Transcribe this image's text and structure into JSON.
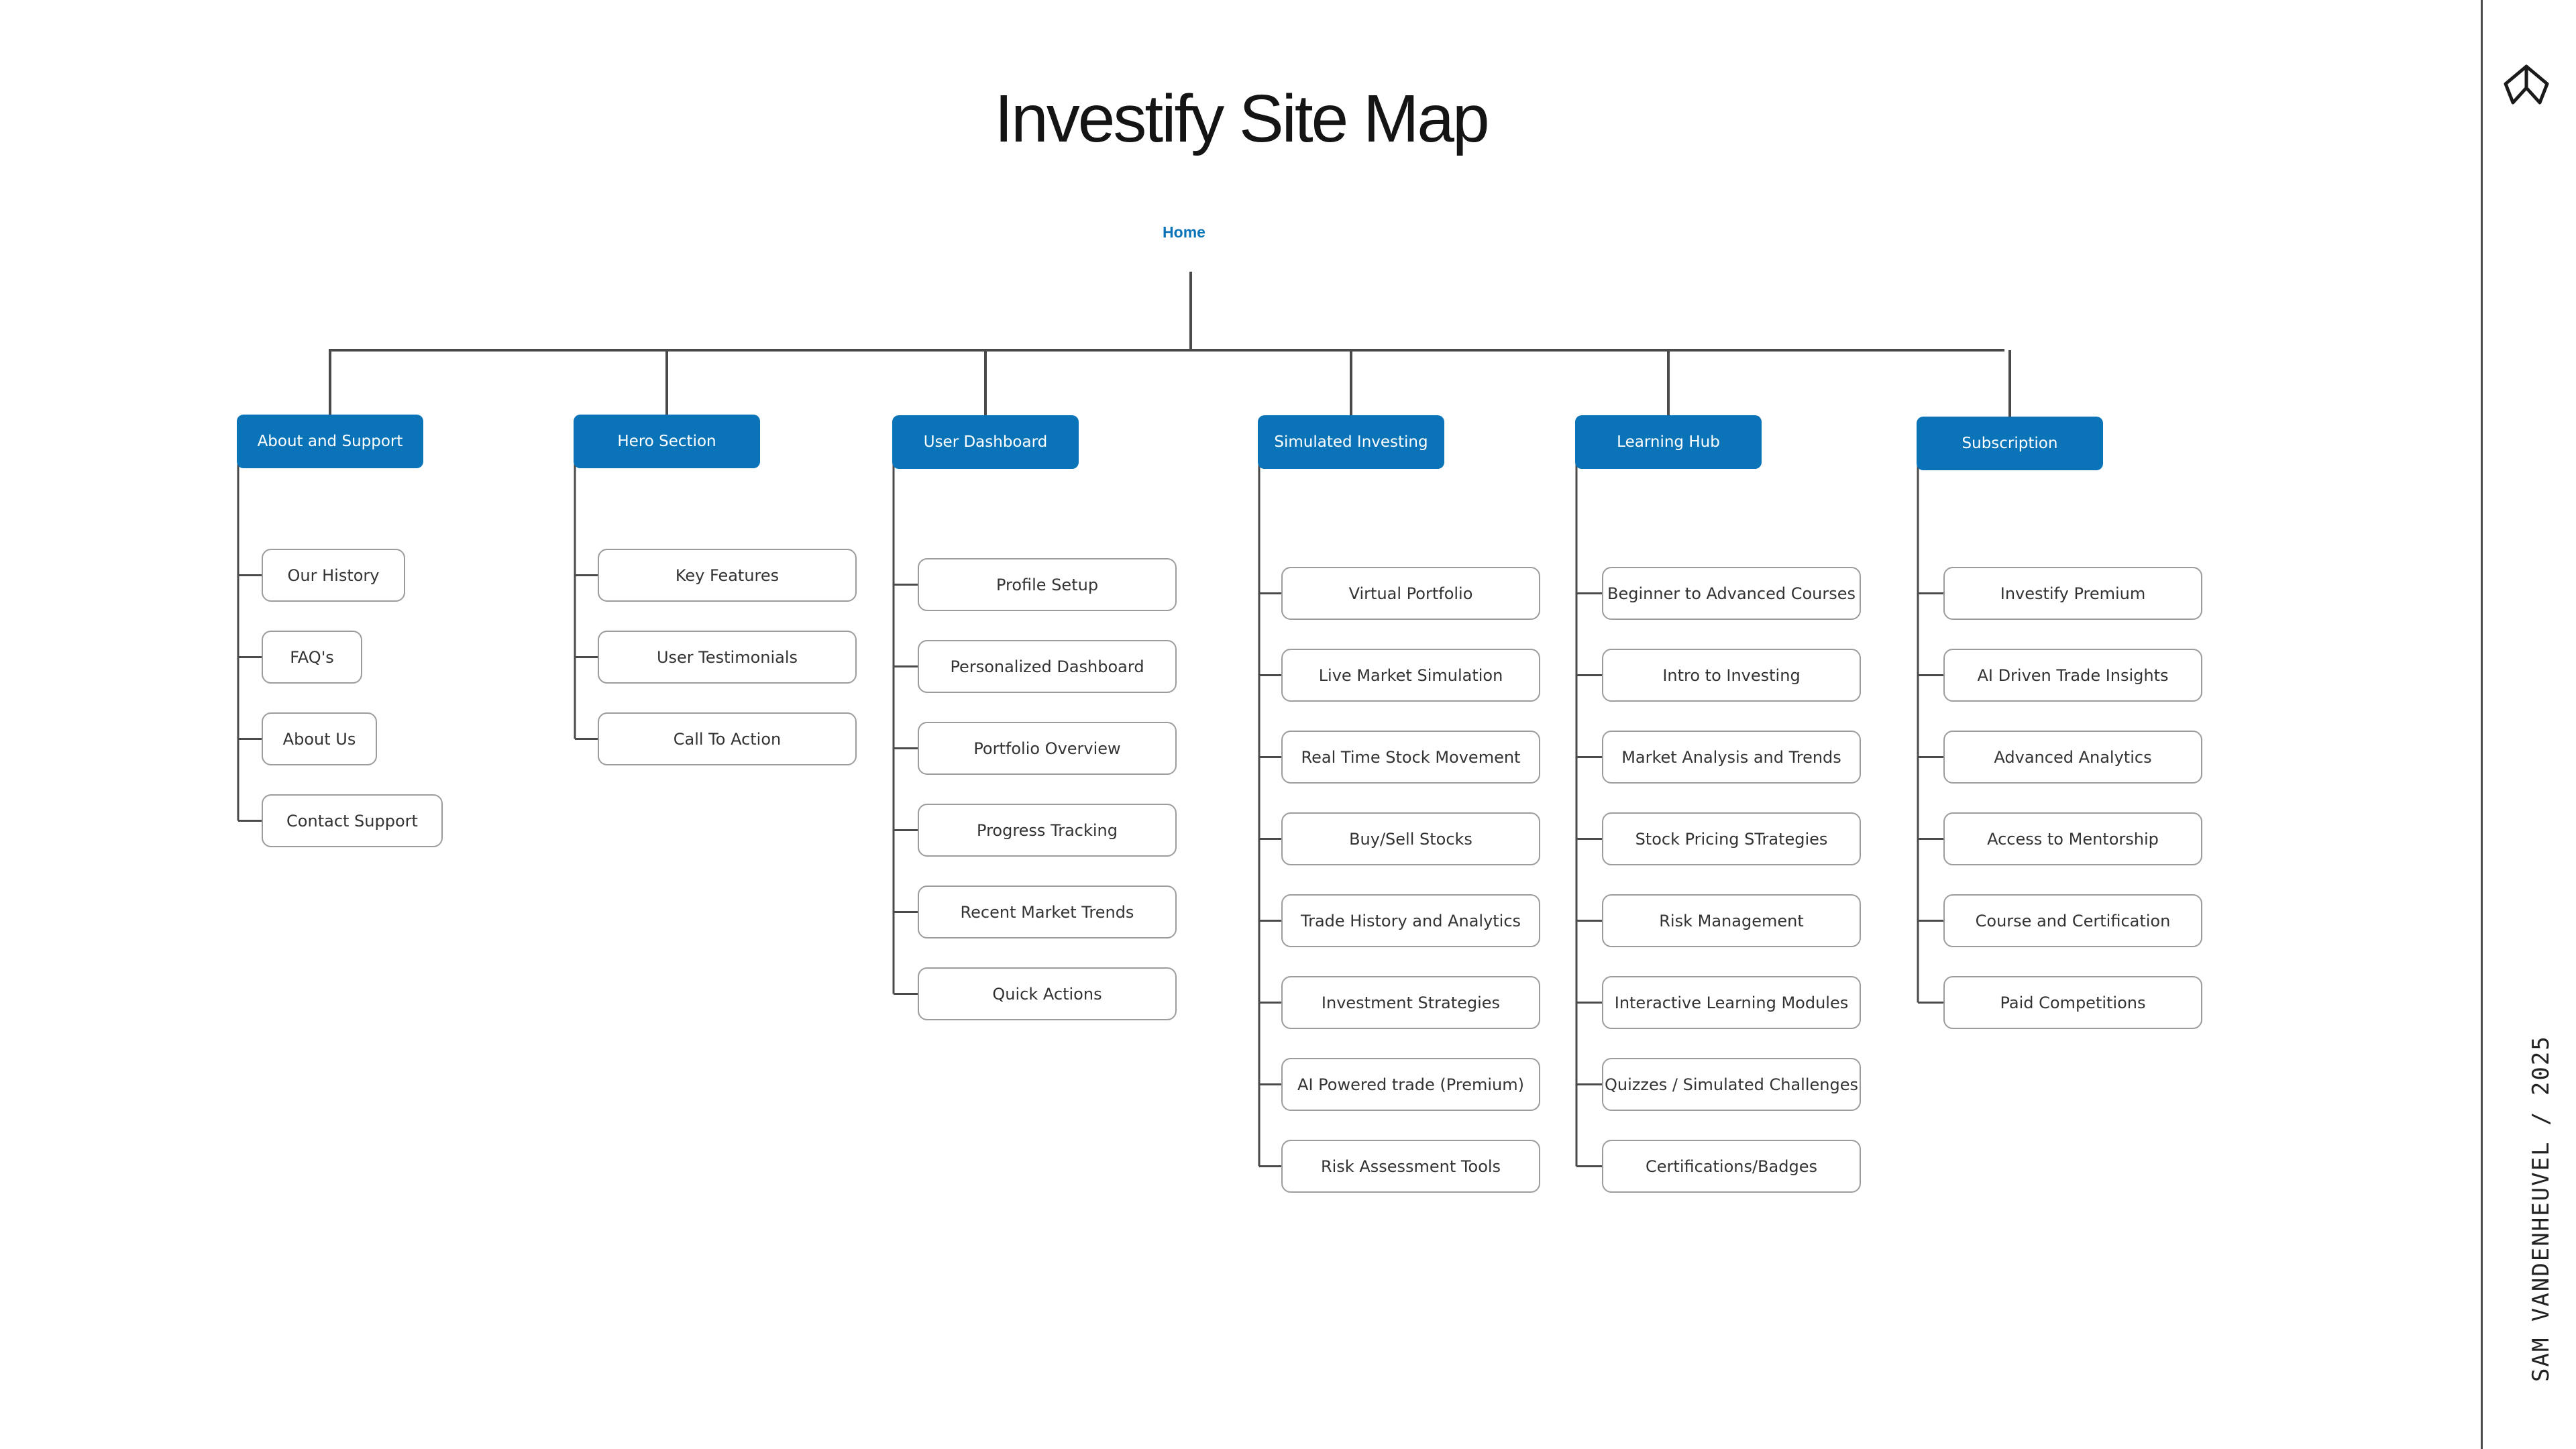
{
  "title": "Investify Site Map",
  "root": "Home",
  "credit": "SAM VANDENHEUVEL  / 2025",
  "logo_icon": "paper-plane-logo-icon",
  "colors": {
    "accent": "#0b74b8",
    "line": "#4a4a4a",
    "leaf_border": "#9c9c9c"
  },
  "sections": [
    {
      "name": "About and Support",
      "children": [
        "Our History",
        "FAQ's",
        "About Us",
        "Contact Support"
      ]
    },
    {
      "name": "Hero Section",
      "children": [
        "Key Features",
        "User Testimonials",
        "Call To Action"
      ]
    },
    {
      "name": "User Dashboard",
      "children": [
        "Profile Setup",
        "Personalized Dashboard",
        "Portfolio Overview",
        "Progress Tracking",
        "Recent Market Trends",
        "Quick Actions"
      ]
    },
    {
      "name": "Simulated Investing",
      "children": [
        "Virtual Portfolio",
        "Live Market Simulation",
        "Real Time Stock Movement",
        "Buy/Sell Stocks",
        "Trade History and Analytics",
        "Investment Strategies",
        "AI Powered trade (Premium)",
        "Risk Assessment Tools"
      ]
    },
    {
      "name": "Learning Hub",
      "children": [
        "Beginner to Advanced Courses",
        "Intro to Investing",
        "Market Analysis and Trends",
        "Stock Pricing STrategies",
        "Risk Management",
        "Interactive Learning Modules",
        "Quizzes / Simulated Challenges",
        "Certifications/Badges"
      ]
    },
    {
      "name": "Subscription",
      "children": [
        "Investify Premium",
        "AI Driven Trade Insights",
        "Advanced Analytics",
        "Access to Mentorship",
        "Course and Certification",
        "Paid Competitions"
      ]
    }
  ]
}
